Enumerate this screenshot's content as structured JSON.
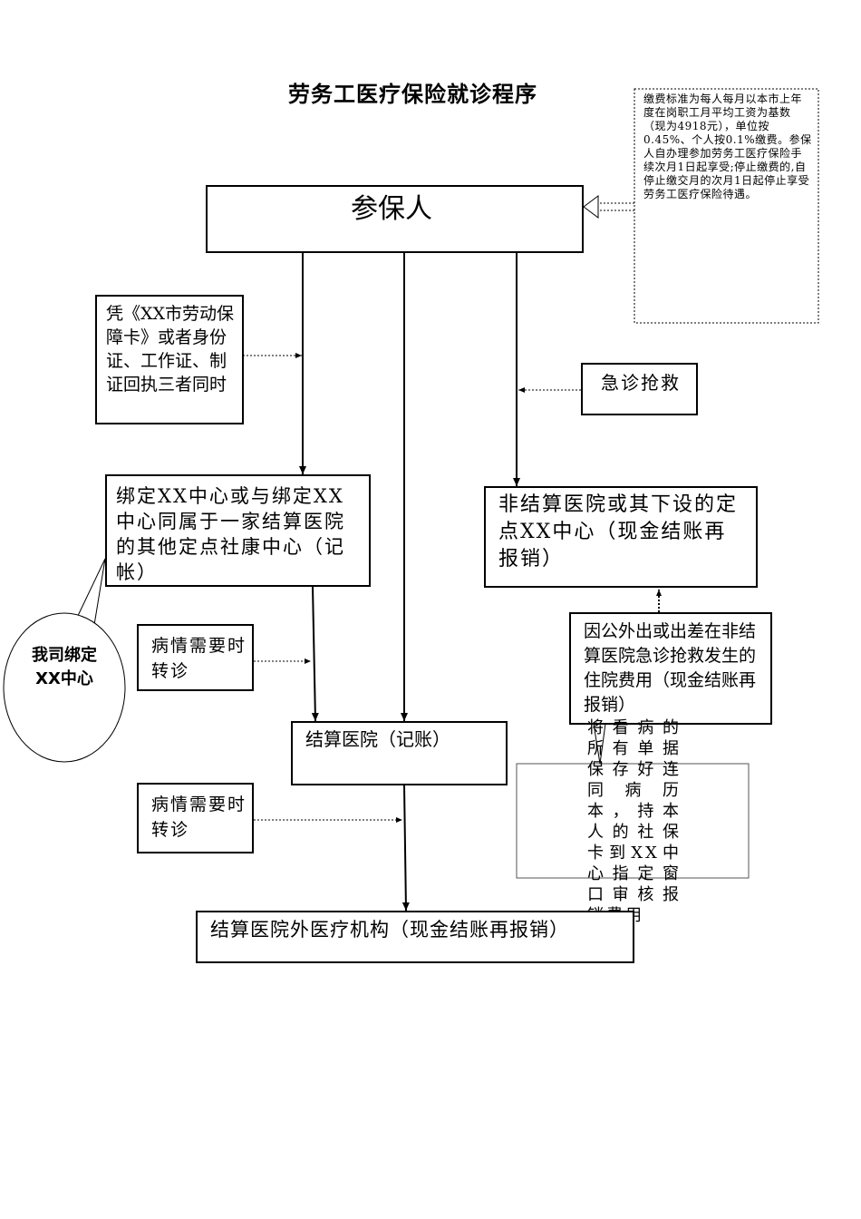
{
  "title": "劳务工医疗保险就诊程序",
  "fee_note": "缴费标准为每人每月以本市上年度在岗职工月平均工资为基数（现为4918元），单位按0.45%、个人按0.1%缴费。参保人自办理参加劳务工医疗保险手续次月1日起享受;停止缴费的,自停止缴交月的次月1日起停止享受劳务工医疗保险待遇。",
  "insured": "参保人",
  "card_note": "凭《XX市劳动保障卡》或者身份证、工作证、制证回执三者同时",
  "emergency": "急诊抢救",
  "bound_center": "绑定XX中心或与绑定XX中心同属于一家结算医院的其他定点社康中心（记帐）",
  "non_settlement": "非结算医院或其下设的定点XX中心（现金结账再报销）",
  "callout": "我司绑定XX中心",
  "transfer1": "病情需要时转诊",
  "transfer2": "病情需要时转诊",
  "business_trip": "因公外出或出差在非结算医院急诊抢救发生的住院费用（现金结账再报销）",
  "settlement_hospital": "结算医院（记账）",
  "documents_note": "将看病的所有单据保存好连同病历本，持本人的社保卡到XX中心指定窗口审核报销费用",
  "outside": "结算医院外医疗机构（现金结账再报销）"
}
